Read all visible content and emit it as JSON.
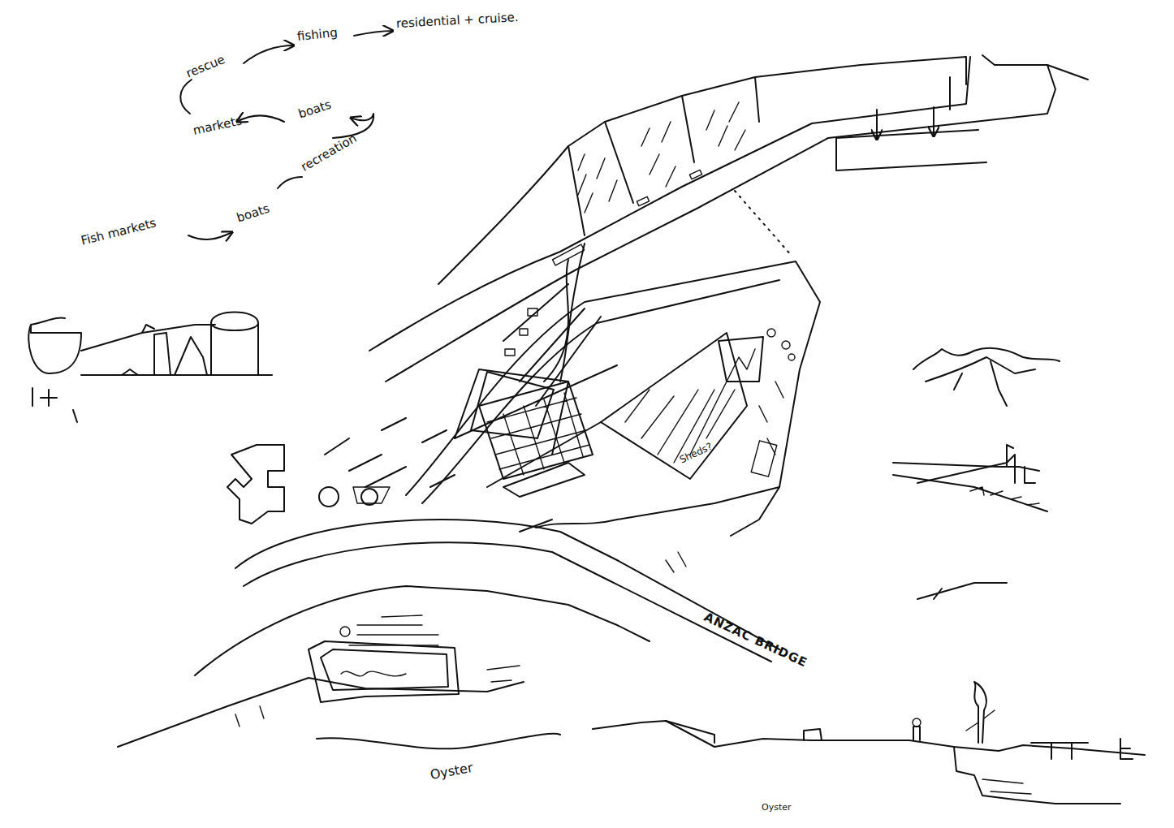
{
  "diagram": {
    "labels": [
      "rescue",
      "fishing",
      "residential + cruise.",
      "markets",
      "boats",
      "recreation",
      "Fish markets",
      "boats",
      "Sheds?",
      "ANZAC BRIDGE",
      "Oyster",
      "Oyster"
    ]
  }
}
